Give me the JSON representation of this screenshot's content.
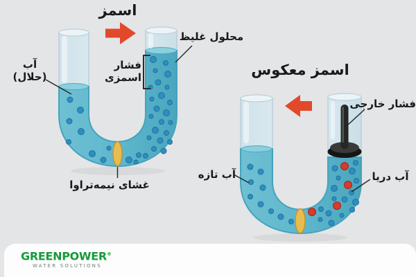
{
  "background_color": "#e4e5e7",
  "osmosis": {
    "title": "اسمز",
    "label_solvent_line1": "آب",
    "label_solvent_line2": "(حلال)",
    "label_concentrated": "محلول غلیظ",
    "label_pressure_line1": "فشار",
    "label_pressure_line2": "اسمزی",
    "label_membrane": "غشای نیمه‌تراوا"
  },
  "reverse_osmosis": {
    "title": "اسمز معکوس",
    "label_external_pressure": "فشار خارجی",
    "label_fresh_water": "آب تازه",
    "label_sea_water": "آب دریا"
  },
  "footer": {
    "brand": "GREENPOWER",
    "registered_mark": "®",
    "tagline": "WATER SOLUTIONS"
  },
  "colors": {
    "arrow_red": "#e2492b",
    "water_teal": "#5db6cc",
    "water_edge": "#45a3bd",
    "glass_light": "#d9e8ef",
    "solute_blue": "#2e8ec0",
    "salt_red": "#d63b2b",
    "membrane_gold": "#e9bc52",
    "plunger_black": "#262626",
    "brand_green": "#179a3c",
    "text_black": "#191919"
  }
}
